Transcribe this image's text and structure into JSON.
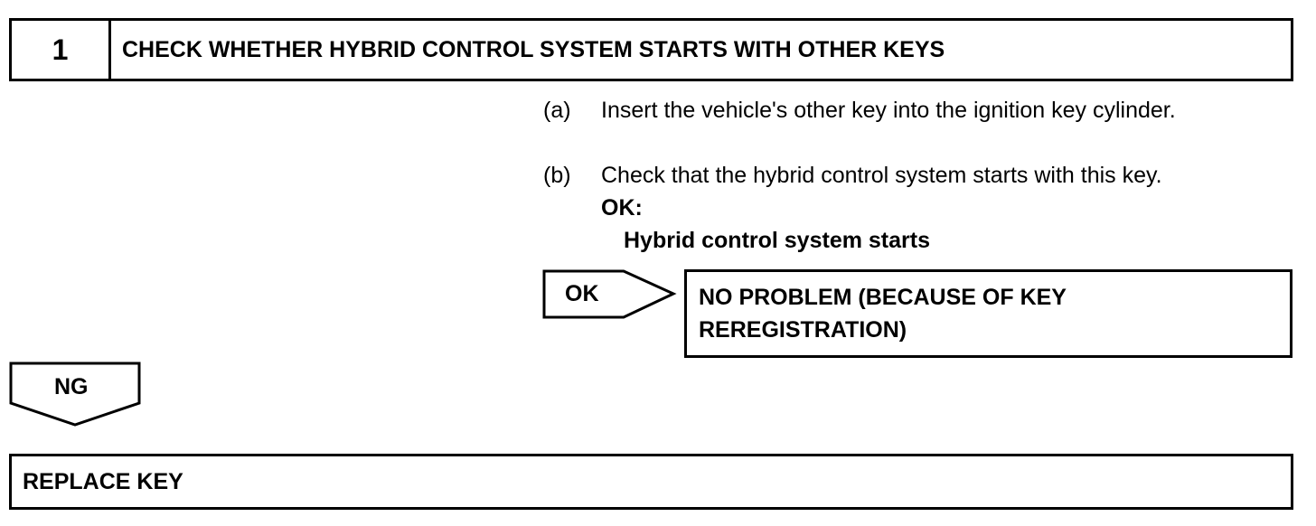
{
  "step": {
    "number": "1",
    "title": "CHECK WHETHER HYBRID CONTROL SYSTEM STARTS WITH OTHER KEYS"
  },
  "instructions": [
    {
      "tag": "(a)",
      "text": "Insert the vehicle's other key into the ignition key cylinder."
    },
    {
      "tag": "(b)",
      "text": "Check that the hybrid control system starts with this key."
    }
  ],
  "ok_spec": {
    "label": "OK:",
    "value": "Hybrid control system starts"
  },
  "ok_branch": {
    "label": "OK",
    "result": "NO PROBLEM (BECAUSE OF KEY REREGISTRATION)"
  },
  "ng_branch": {
    "label": "NG",
    "result": "REPLACE KEY"
  }
}
